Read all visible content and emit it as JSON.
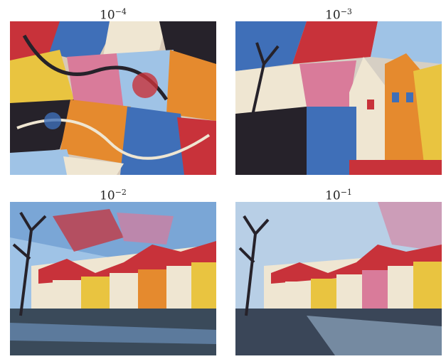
{
  "panels": [
    {
      "label_base": "10",
      "label_exp": "−4"
    },
    {
      "label_base": "10",
      "label_exp": "−3"
    },
    {
      "label_base": "10",
      "label_exp": "−2"
    },
    {
      "label_base": "10",
      "label_exp": "−1"
    }
  ],
  "palette": {
    "blue": "#3f6fb8",
    "red": "#c8323a",
    "orange": "#e58a2e",
    "yellow": "#e9c440",
    "cream": "#efe6d2",
    "dark": "#26222a",
    "sky": "#9fc3e6",
    "pink": "#d97b9a"
  }
}
